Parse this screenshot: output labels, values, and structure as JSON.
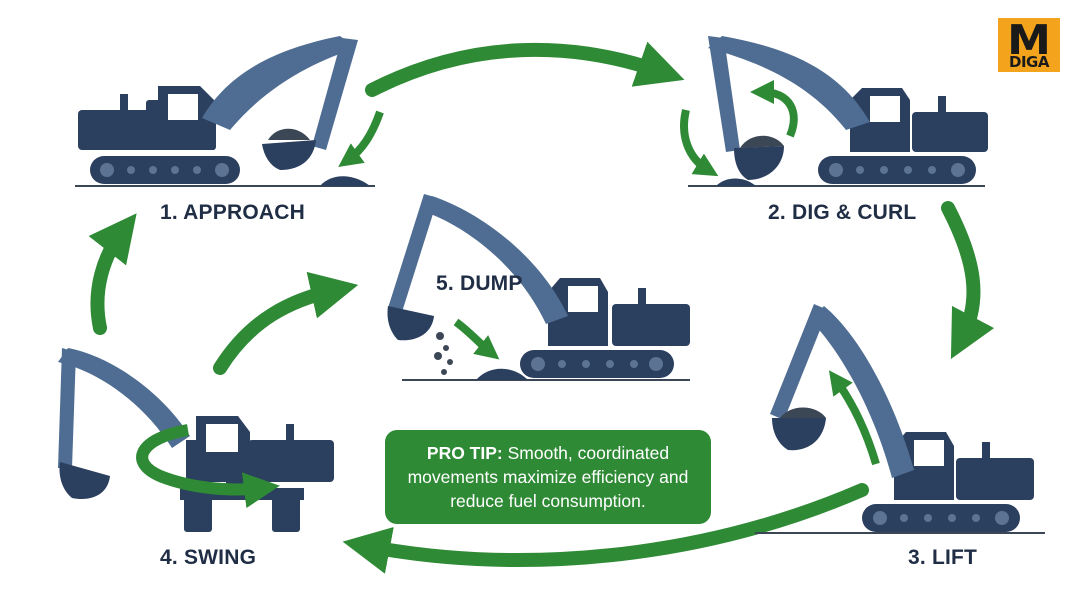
{
  "steps": [
    {
      "label": "1. APPROACH"
    },
    {
      "label": "2. DIG & CURL"
    },
    {
      "label": "3. LIFT"
    },
    {
      "label": "4. SWING"
    },
    {
      "label": "5. DUMP"
    }
  ],
  "tip": {
    "prefix": "PRO TIP:",
    "text": "Smooth, coordinated movements maximize efficiency and reduce fuel consumption."
  },
  "logo": {
    "mark": "M",
    "brand": "DIGA"
  },
  "colors": {
    "machine": "#2b3f5e",
    "arm": "#4f6d92",
    "arrow": "#2f8a35",
    "tip_background": "#2f8a35",
    "logo_background": "#f3a41c"
  }
}
